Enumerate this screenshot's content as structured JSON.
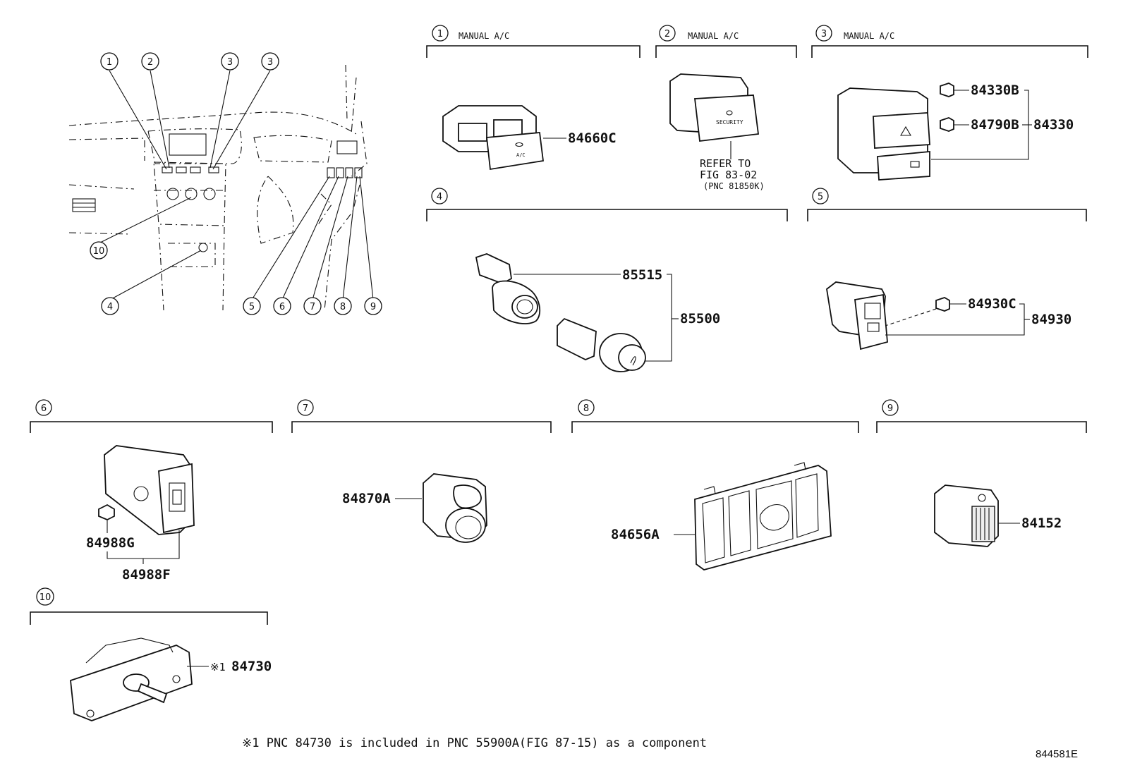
{
  "overview": {
    "callouts": [
      "1",
      "2",
      "3",
      "3",
      "10",
      "4",
      "5",
      "6",
      "7",
      "8",
      "9"
    ]
  },
  "sections": [
    {
      "number": "1",
      "title": "MANUAL A/C"
    },
    {
      "number": "2",
      "title": "MANUAL A/C"
    },
    {
      "number": "3",
      "title": "MANUAL A/C"
    },
    {
      "number": "4",
      "title": ""
    },
    {
      "number": "5",
      "title": ""
    },
    {
      "number": "6",
      "title": ""
    },
    {
      "number": "7",
      "title": ""
    },
    {
      "number": "8",
      "title": ""
    },
    {
      "number": "9",
      "title": ""
    },
    {
      "number": "10",
      "title": ""
    }
  ],
  "parts": {
    "p84660C": "84660C",
    "p84330B": "84330B",
    "p84790B": "84790B",
    "p84330": "84330",
    "p85515": "85515",
    "p85500": "85500",
    "p84930C": "84930C",
    "p84930": "84930",
    "p84988G": "84988G",
    "p84988F": "84988F",
    "p84870A": "84870A",
    "p84656A": "84656A",
    "p84152": "84152",
    "p84730": "84730",
    "p84730_mark": "※1"
  },
  "refer": {
    "line1": "REFER TO",
    "line2": "FIG 83-02",
    "line3": "(PNC 81850K)"
  },
  "switch_markings": {
    "ac": "A/C",
    "security": "SECURITY"
  },
  "footnote": "※1 PNC 84730 is included in PNC 55900A(FIG 87-15) as a component",
  "figure_code": "844581E"
}
